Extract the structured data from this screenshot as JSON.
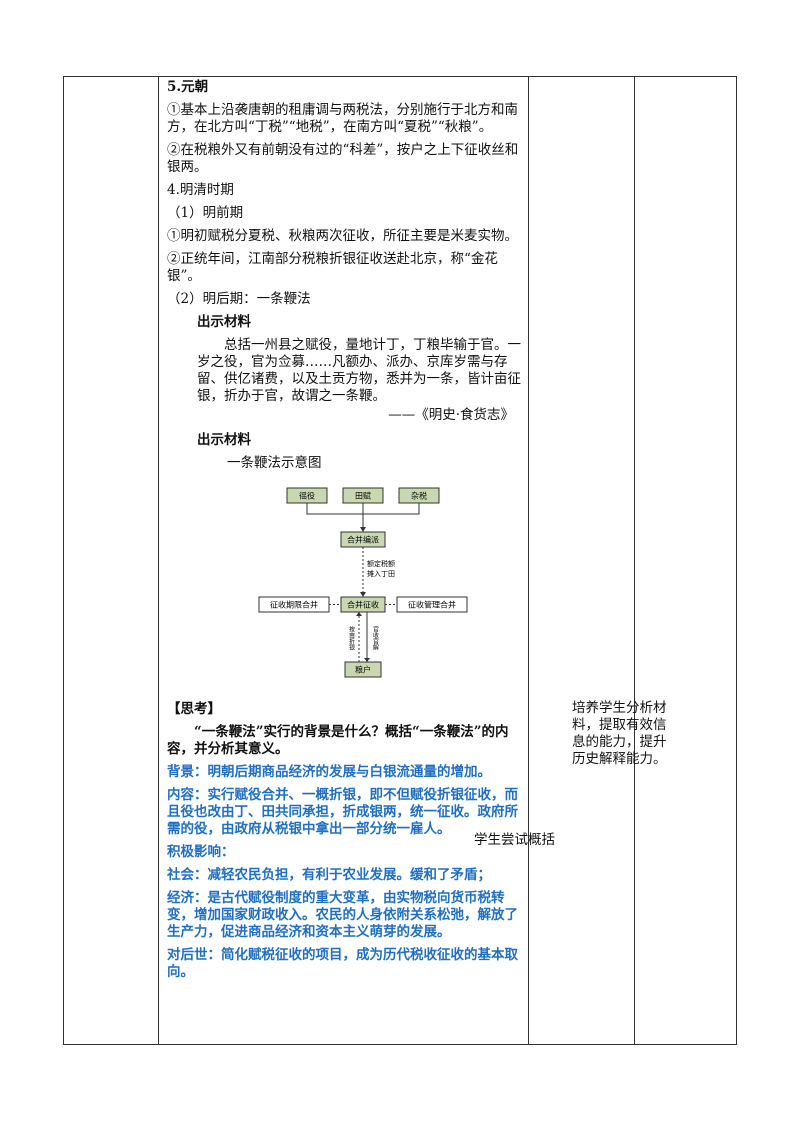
{
  "yuan": {
    "heading": "5.元朝",
    "p1": "①基本上沿袭唐朝的租庸调与两税法，分别施行于北方和南方，在北方叫“丁税”“地税”，在南方叫“夏税”“秋粮”。",
    "p2": "②在税粮外又有前朝没有过的“科差”，按户之上下征收丝和银两。"
  },
  "mingqing": {
    "heading": "4.明清时期",
    "early_title": "（1）明前期",
    "early_p1": "①明初赋税分夏税、秋粮两次征收，所征主要是米麦实物。",
    "early_p2": "②正统年间，江南部分税粮折银征收送赴北京，称“金花银”。",
    "late_title": "（2）明后期：一条鞭法"
  },
  "material1": {
    "label": "出示材料",
    "text": "总括一州县之赋役，量地计丁，丁粮毕输于官。一岁之役，官为佥募……凡额办、派办、京库岁需与存留、供亿诸费，以及土贡方物，悉并为一条，皆计亩征银，折办于官，故谓之一条鞭。",
    "source": "——《明史·食货志》"
  },
  "material2": {
    "label": "出示材料",
    "caption": "一条鞭法示意图"
  },
  "diagram": {
    "top": [
      "徭役",
      "田赋",
      "杂税"
    ],
    "merge": "合并编派",
    "note1": "额定税额",
    "note2": "摊入丁田",
    "left": "征收期限合并",
    "center": "合并征收",
    "right": "征收管理合并",
    "arrow_left": "按亩折银",
    "arrow_right": "官收官解",
    "bottom": "粮户"
  },
  "think": {
    "label": "【思考】",
    "question": "“一条鞭法”实行的背景是什么？概括“一条鞭法”的内容，并分析其意义。",
    "background": "背景：明朝后期商品经济的发展与白银流通量的增加。",
    "content": "内容：实行赋役合并、一概折银，即不但赋役折银征收，而且役也改由丁、田共同承担，折成银两，统一征收。政府所需的役，由政府从税银中拿出一部分统一雇人。",
    "impact": "积极影响：",
    "society": "社会：减轻农民负担，有利于农业发展。缓和了矛盾；",
    "economy": "经济：是古代赋役制度的重大变革，由实物税向货币税转变，增加国家财政收入。农民的人身依附关系松弛，解放了生产力，促进商品经济和资本主义萌芽的发展。",
    "later": "对后世：简化赋税征收的项目，成为历代税收征收的基本取向。"
  },
  "student": "学生尝试概括",
  "purpose": "培养学生分析材料，提取有效信息的能力，提升历史解释能力。",
  "colors": {
    "box_fill": "#c9d8b0",
    "box_border": "#333333",
    "answer_blue": "#1f6fc4"
  }
}
